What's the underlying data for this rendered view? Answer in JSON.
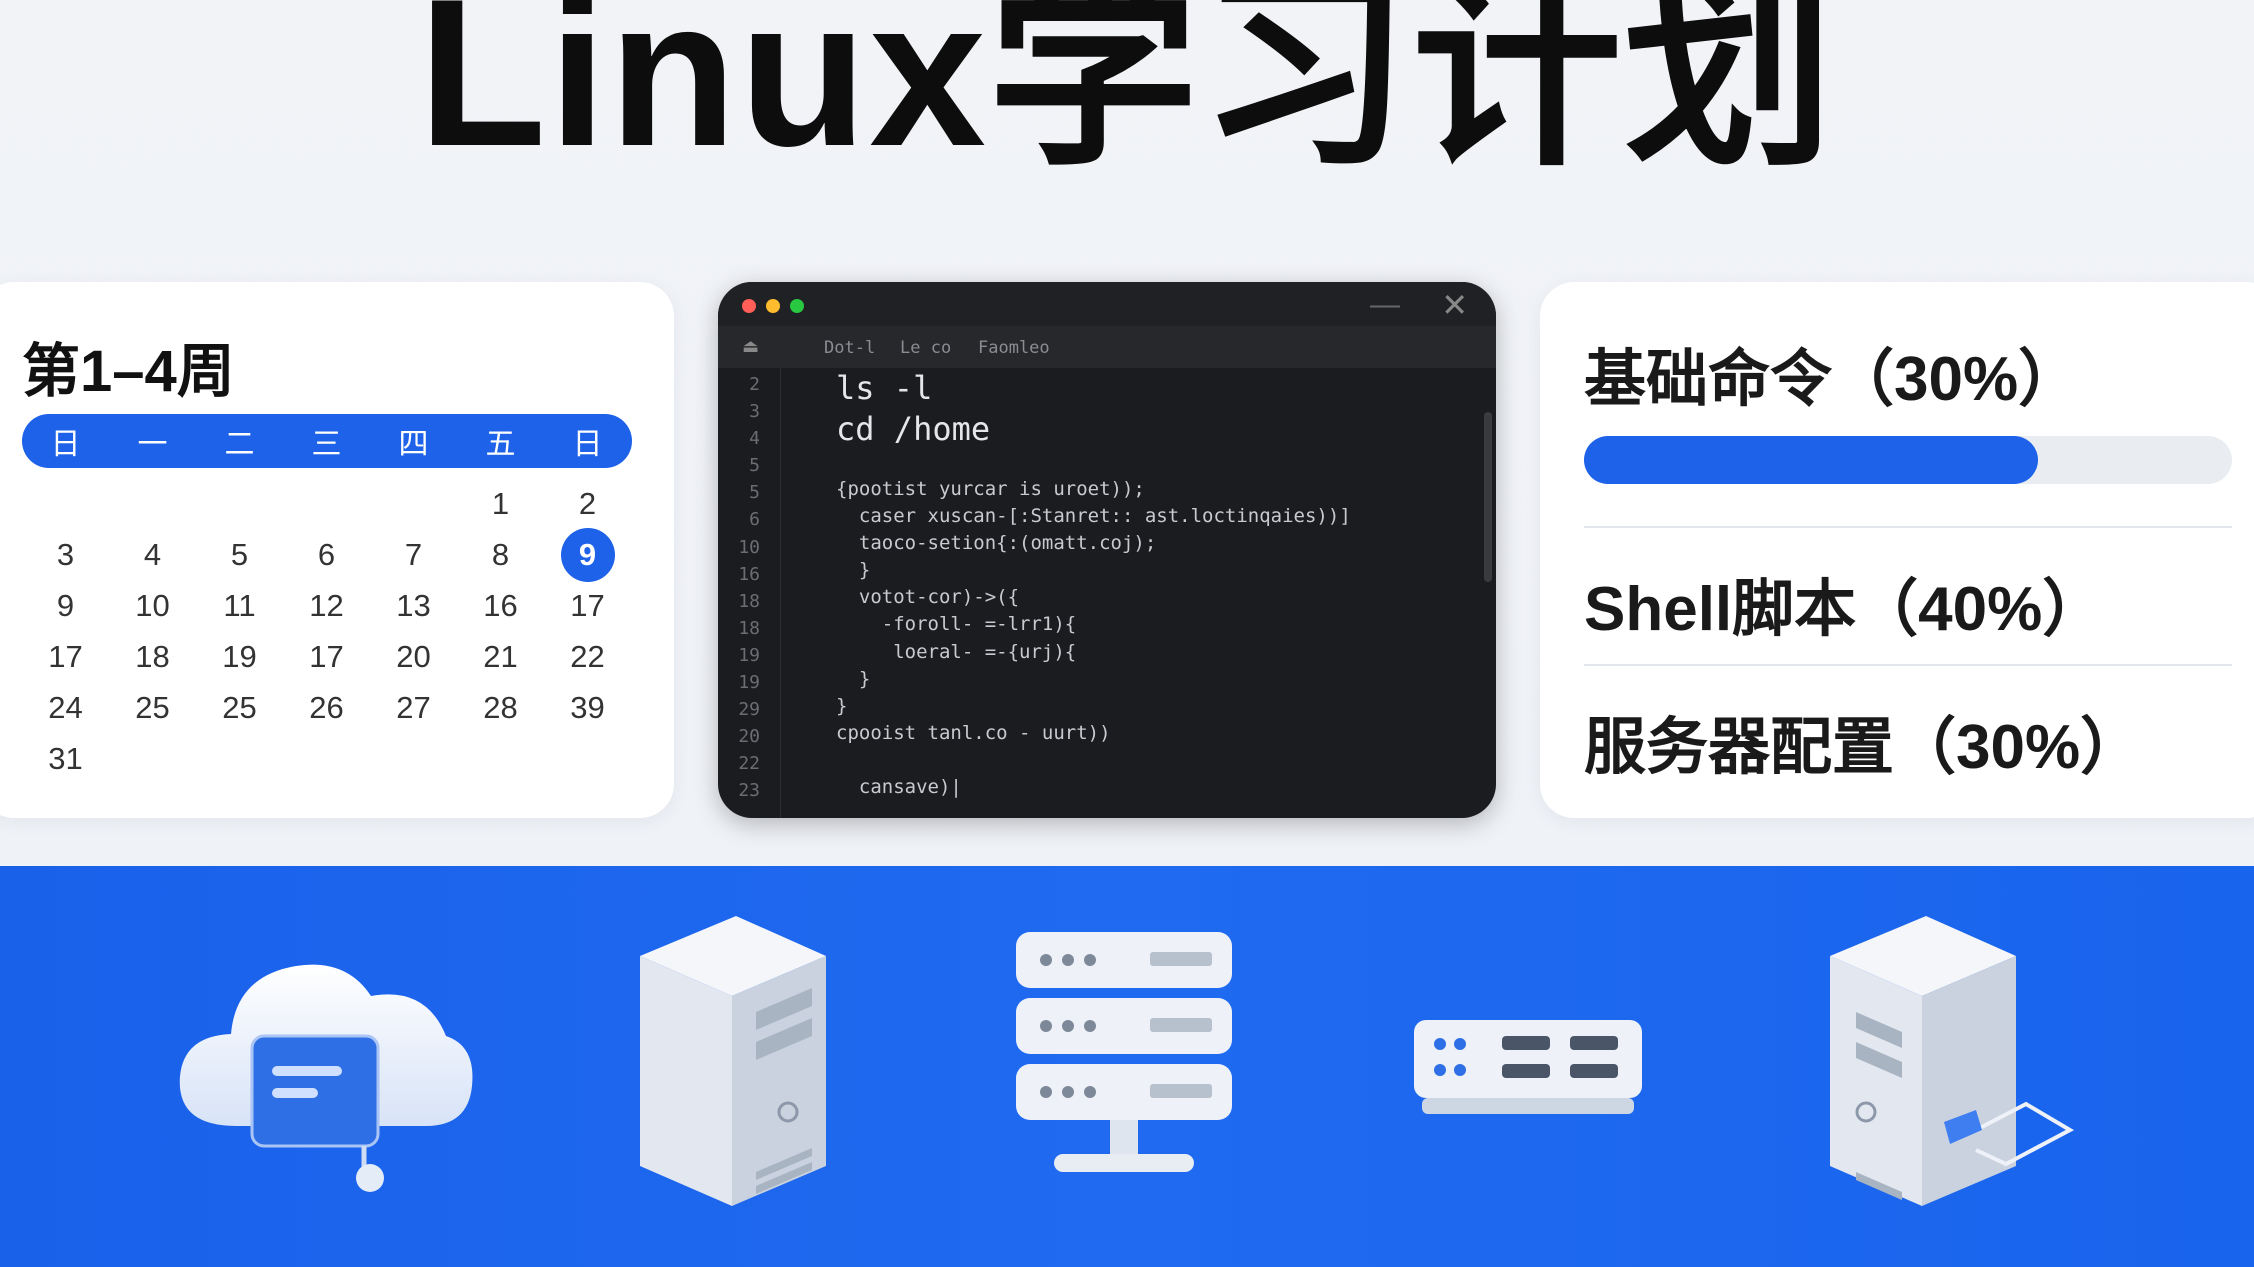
{
  "title": "Linux学习计划",
  "calendar": {
    "title": "第1–4周",
    "weekdays": [
      "日",
      "一",
      "二",
      "三",
      "四",
      "五",
      "日"
    ],
    "rows": [
      [
        "",
        "",
        "",
        "",
        "",
        "1",
        "2"
      ],
      [
        "3",
        "4",
        "5",
        "6",
        "7",
        "8",
        "9"
      ],
      [
        "9",
        "10",
        "11",
        "12",
        "13",
        "16",
        "17"
      ],
      [
        "17",
        "18",
        "19",
        "17",
        "20",
        "21",
        "22"
      ],
      [
        "24",
        "25",
        "25",
        "26",
        "27",
        "28",
        "39"
      ],
      [
        "31",
        "",
        "",
        "",
        "",
        "",
        ""
      ]
    ],
    "selected": "9"
  },
  "terminal": {
    "tabs": [
      "Dot-l",
      "Le co",
      "Faomleo"
    ],
    "line_numbers": [
      "2",
      "3",
      "4",
      "5",
      "5",
      "6",
      "10",
      "16",
      "18",
      "18",
      "19",
      "19",
      "29",
      "20",
      "22",
      "23"
    ],
    "cmd1": "ls -l",
    "cmd2": "cd /home",
    "code_lines": [
      "{pootist yurcar is uroet));",
      "  caser xuscan-[:Stanret:: ast.loctinqaies))]",
      "  taoco-setion{:(omatt.coj);",
      "  }",
      "  votot-cor)->({",
      "    -foroll- =-lrr1){",
      "     loeral- =-{urj){",
      "  }",
      "}",
      "cpooist tanl.co - uurt))",
      "",
      "  cansave)|"
    ]
  },
  "progress": {
    "items": [
      {
        "label": "基础命令（30%）",
        "value": 0.7
      },
      {
        "label": "Shell脚本（40%）"
      },
      {
        "label": "服务器配置（30%）"
      }
    ]
  },
  "colors": {
    "accent": "#1d62e8",
    "band": "#1f66ee",
    "terminal_bg": "#1b1c1f"
  },
  "band_icons": [
    "cloud-icon",
    "tower-server-icon",
    "rack-server-icon",
    "network-switch-icon",
    "tower-server-connected-icon"
  ]
}
